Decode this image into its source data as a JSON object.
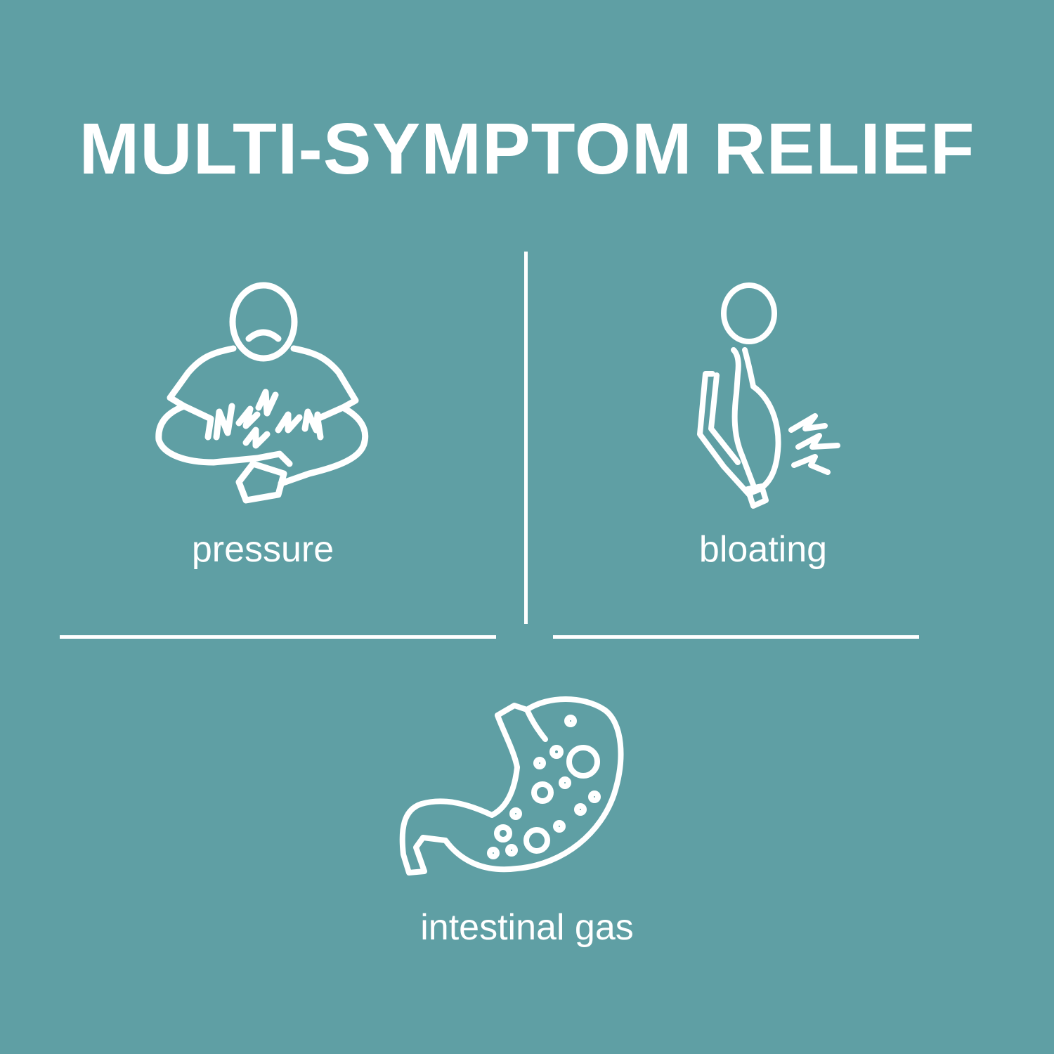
{
  "title": "MULTI-SYMPTOM RELIEF",
  "colors": {
    "background": "#5f9fa4",
    "foreground": "#ffffff"
  },
  "symptoms": [
    {
      "label": "pressure",
      "icon": "stomach-ache-person-icon"
    },
    {
      "label": "bloating",
      "icon": "bloated-person-icon"
    },
    {
      "label": "intestinal gas",
      "icon": "stomach-gas-icon"
    }
  ]
}
